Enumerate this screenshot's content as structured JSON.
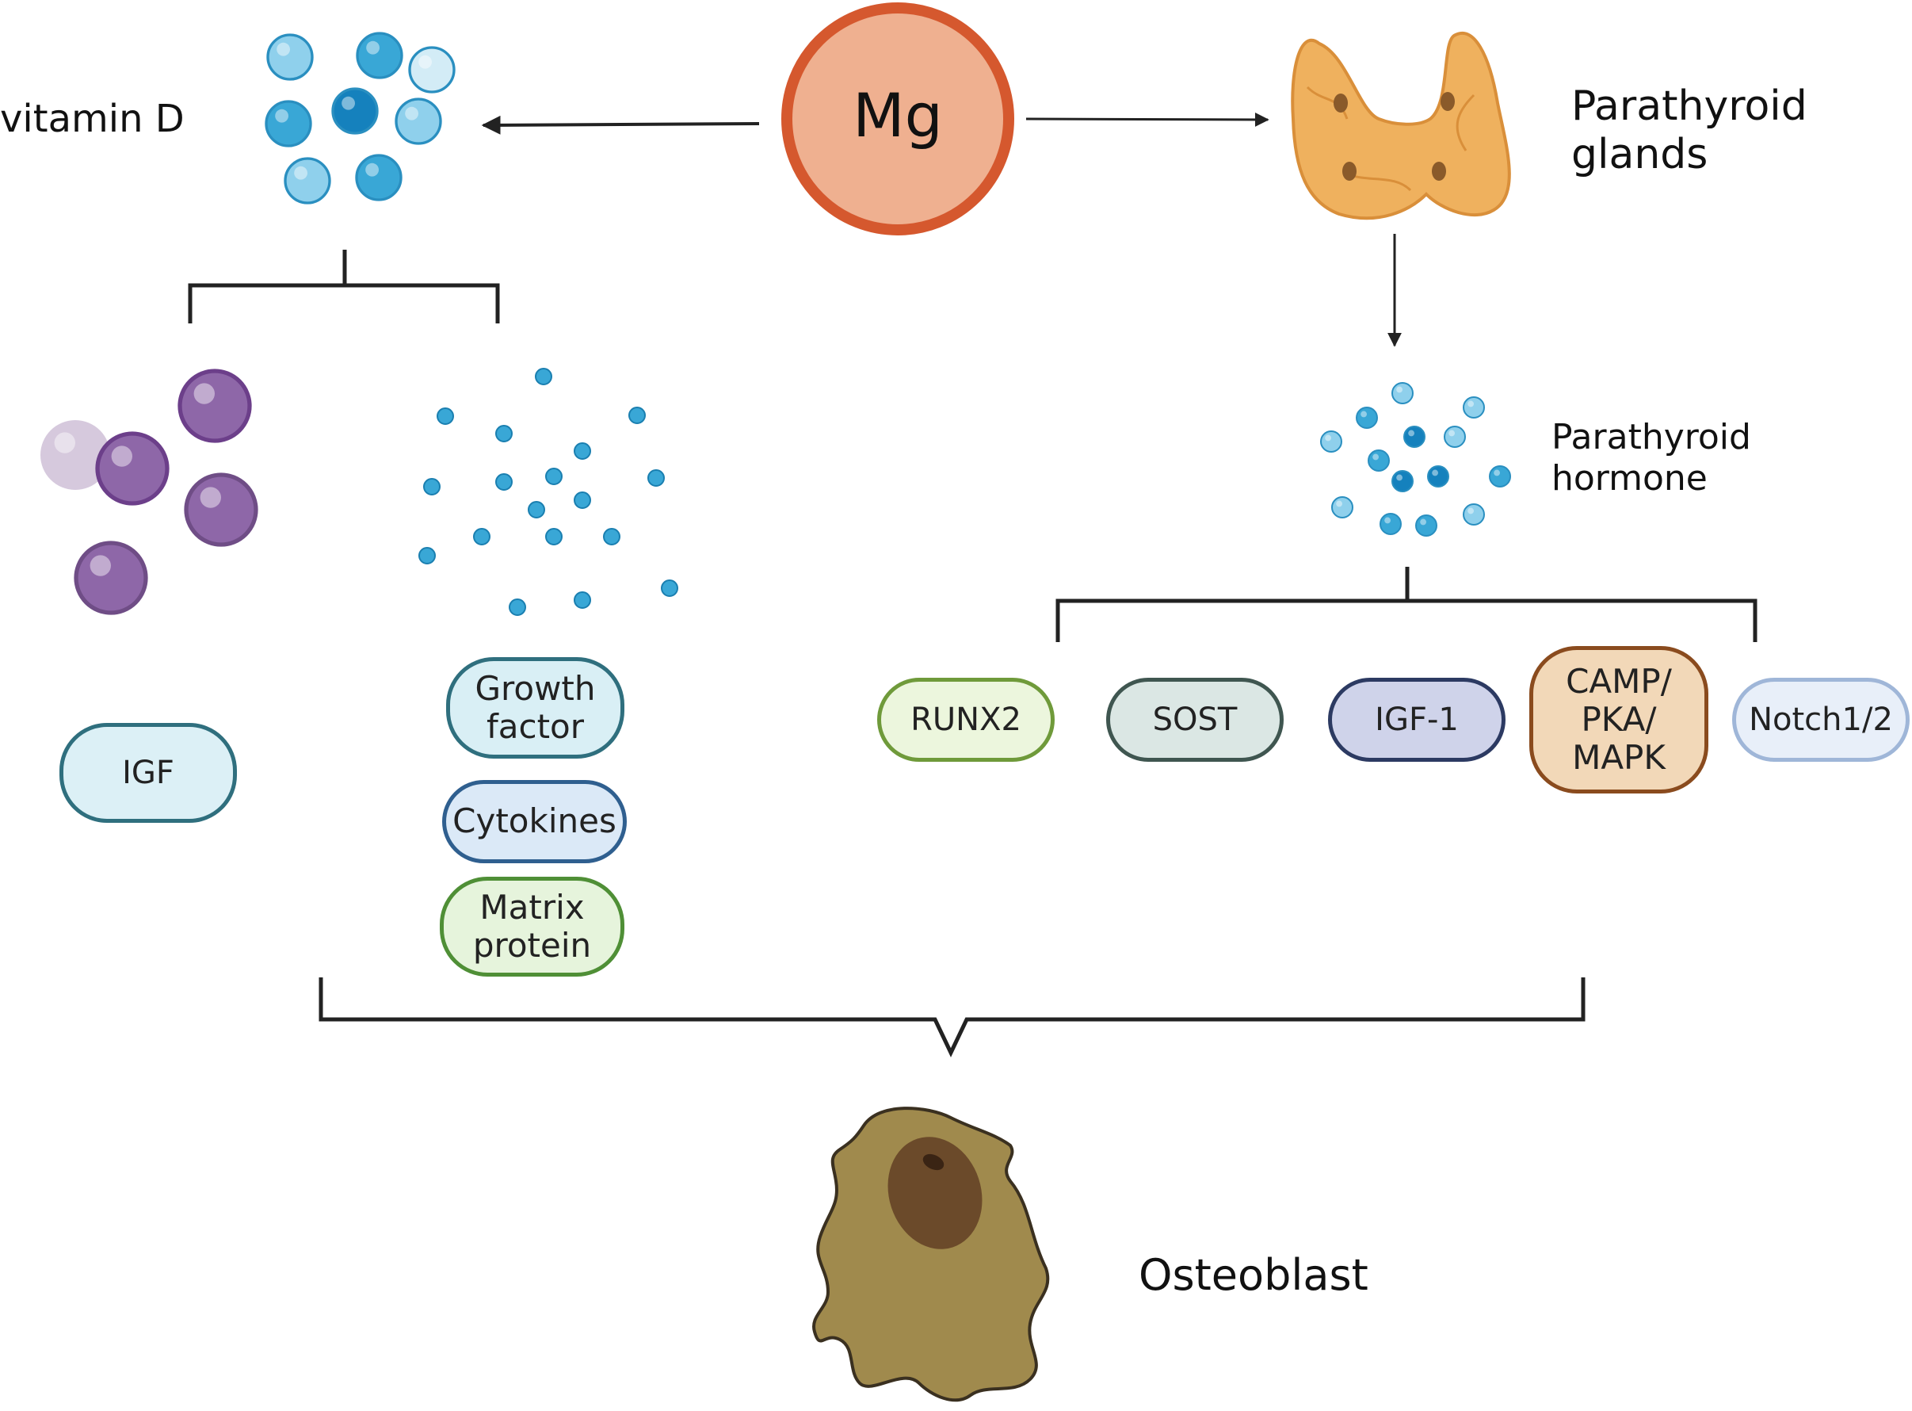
{
  "center": {
    "label": "Mg"
  },
  "left": {
    "title": "vitamin D"
  },
  "right": {
    "title": "Parathyroid\nglands",
    "hormone": "Parathyroid\nhormone"
  },
  "left_pills": [
    {
      "key": "igf",
      "label": "IGF",
      "fill": "#dcf0f6",
      "stroke": "#2f6f7e"
    },
    {
      "key": "growth-factor",
      "label": "Growth\nfactor",
      "fill": "#d9eff5",
      "stroke": "#2f6f7e"
    },
    {
      "key": "cytokines",
      "label": "Cytokines",
      "fill": "#dbe9f7",
      "stroke": "#2f5f8f"
    },
    {
      "key": "matrix-protein",
      "label": "Matrix\nprotein",
      "fill": "#e6f4dc",
      "stroke": "#4f8f36"
    }
  ],
  "right_pills": [
    {
      "key": "runx2",
      "label": "RUNX2",
      "fill": "#ecf6dd",
      "stroke": "#6f9a3a"
    },
    {
      "key": "sost",
      "label": "SOST",
      "fill": "#dbe7e4",
      "stroke": "#3f5650"
    },
    {
      "key": "igf-1",
      "label": "IGF-1",
      "fill": "#cfd3ea",
      "stroke": "#2c3a62"
    },
    {
      "key": "camp-pka-mapk",
      "label": "CAMP/\nPKA/\nMAPK",
      "fill": "#f2d8b8",
      "stroke": "#8a4b1e"
    },
    {
      "key": "notch",
      "label": "Notch1/2",
      "fill": "#e8eff9",
      "stroke": "#9fb6d8"
    }
  ],
  "bottom": {
    "label": "Osteoblast"
  },
  "colors": {
    "mg_fill": "#efb090",
    "mg_stroke": "#d5582e",
    "blue_dark": "#1581bd",
    "blue_mid": "#39a7d6",
    "blue_light": "#8fd0ec",
    "blue_pale": "#d3ecf6",
    "purple_dark": "#6c3f8a",
    "purple_mid": "#8e67a8",
    "purple_light": "#d6c9dd",
    "gland": "#efb15e",
    "osteoblast": "#a08a4d",
    "nucleus": "#6b4a2a",
    "line": "#222222"
  }
}
